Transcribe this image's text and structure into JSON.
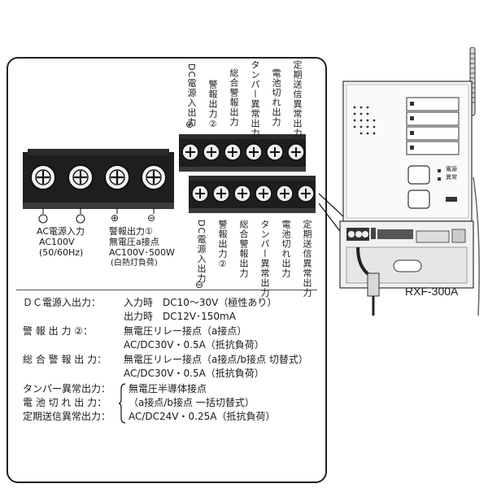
{
  "ac_block": {
    "label_lines": [
      "AC電源入力",
      "AC100V",
      "(50/60Hz)"
    ],
    "alarm_lines": [
      "警報出力①",
      "無電圧a接点",
      "AC100V･500W",
      "(白熱灯負荷)"
    ],
    "polarity_plus": "⊕",
    "polarity_minus": "⊖"
  },
  "dc_block": {
    "top_labels": [
      {
        "text": "DC電源入出力",
        "sign": "⊕"
      },
      {
        "text": "警報出力②",
        "sign": ""
      },
      {
        "text": "総合警報出力",
        "sign": ""
      },
      {
        "text": "タンパー異常出力",
        "sign": ""
      },
      {
        "text": "電池切れ出力",
        "sign": ""
      },
      {
        "text": "定期送信異常出力",
        "sign": ""
      }
    ],
    "bottom_labels": [
      {
        "text": "DC電源入出力",
        "sign": "⊖"
      },
      {
        "text": "警報出力②",
        "sign": ""
      },
      {
        "text": "総合警報出力",
        "sign": ""
      },
      {
        "text": "タンパー異常出力",
        "sign": ""
      },
      {
        "text": "電池切れ出力",
        "sign": ""
      },
      {
        "text": "定期送信異常出力",
        "sign": ""
      }
    ]
  },
  "specs": {
    "dc": {
      "key": "ＤＣ電源入出力：",
      "line1": "入力時　DC10～30V（極性あり）",
      "line2": "出力時　DC12V･150mA"
    },
    "alarm2": {
      "key": "警 報 出 力 ②：",
      "line1": "無電圧リレー接点（a接点）",
      "line2": "AC/DC30V・0.5A（抵抗負荷）"
    },
    "total": {
      "key": "総 合 警 報 出 力：",
      "line1": "無電圧リレー接点（a接点/b接点 切替式）",
      "line2": "AC/DC30V・0.5A（抵抗負荷）"
    },
    "group_keys": [
      "タンパー異常出力：",
      "電 池 切 れ 出 力：",
      "定期送信異常出力："
    ],
    "group_lines": [
      "無電圧半導体接点",
      "（a接点/b接点 一括切替式）",
      "AC/DC24V・0.25A（抵抗負荷）"
    ]
  },
  "device": {
    "model": "RXF-300A",
    "led_labels": [
      "電源",
      "異常"
    ]
  }
}
